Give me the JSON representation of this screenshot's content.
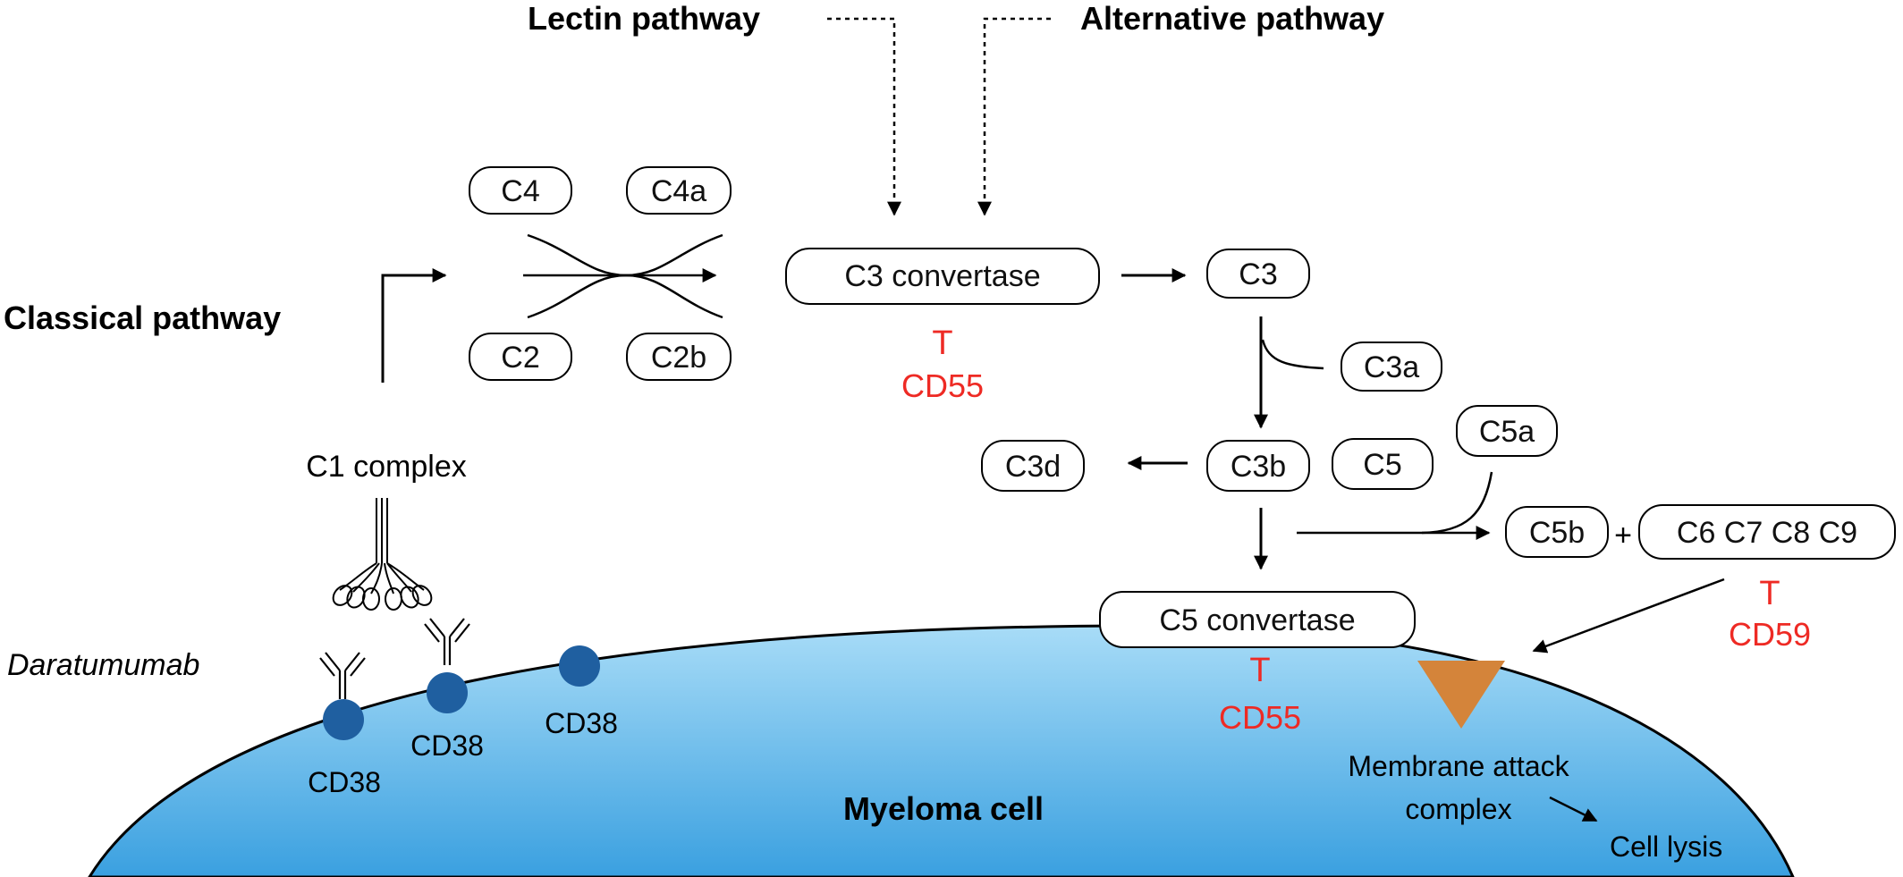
{
  "labels": {
    "lectin_pathway": "Lectin pathway",
    "alternative_pathway": "Alternative pathway",
    "classical_pathway": "Classical pathway",
    "c1_complex": "C1 complex",
    "daratumumab": "Daratumumab",
    "myeloma_cell": "Myeloma cell",
    "membrane_attack_complex_line1": "Membrane attack",
    "membrane_attack_complex_line2": "complex",
    "cell_lysis": "Cell lysis",
    "plus": "+"
  },
  "boxes": {
    "c4": "C4",
    "c4a": "C4a",
    "c2": "C2",
    "c2b": "C2b",
    "c3_convertase": "C3 convertase",
    "c3": "C3",
    "c3a": "C3a",
    "c3b": "C3b",
    "c3d": "C3d",
    "c5": "C5",
    "c5a": "C5a",
    "c5b": "C5b",
    "c6_c9": "C6 C7 C8 C9",
    "c5_convertase": "C5 convertase"
  },
  "inhibitors": {
    "symbol": "T",
    "cd55_top": "CD55",
    "cd55_bottom": "CD55",
    "cd59": "CD59"
  },
  "receptors": {
    "cd38_1": "CD38",
    "cd38_2": "CD38",
    "cd38_3": "CD38"
  },
  "colors": {
    "inhibitor": "#ee2a24",
    "cell_fill_top": "#9fd8f6",
    "cell_fill_bottom": "#3fa6e4",
    "cell_stroke": "#000000",
    "receptor": "#1f5fa0",
    "mac": "#d4843a"
  }
}
